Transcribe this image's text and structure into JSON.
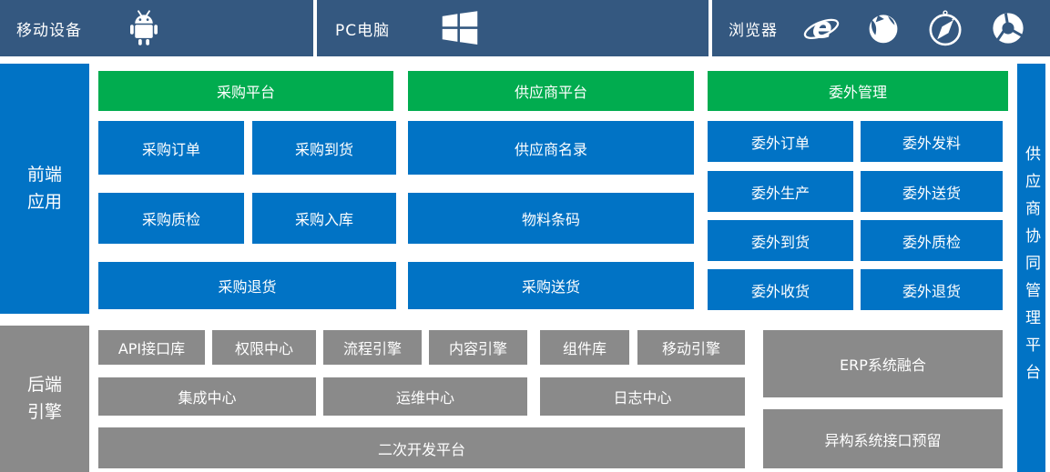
{
  "colors": {
    "topbar_bg": "#345880",
    "module_blue": "#0173C5",
    "header_green": "#01AC4F",
    "engine_gray": "#8A8A8A",
    "text": "#FFFFFF"
  },
  "topbar": {
    "mobile_label": "移动设备",
    "mobile_icon": "android-icon",
    "pc_label": "PC电脑",
    "pc_icon": "windows-icon",
    "browser_label": "浏览器",
    "browser_icons": [
      "ie-icon",
      "firefox-icon",
      "safari-icon",
      "chrome-icon"
    ]
  },
  "front": {
    "sidebar_label": "前端应用",
    "headers": [
      "采购平台",
      "供应商平台",
      "委外管理"
    ],
    "purchase_modules": [
      "采购订单",
      "采购到货",
      "采购质检",
      "采购入库",
      "采购退货"
    ],
    "supplier_modules": [
      "供应商名录",
      "物料条码",
      "采购送货"
    ],
    "outsourcing_modules": [
      "委外订单",
      "委外发料",
      "委外生产",
      "委外送货",
      "委外到货",
      "委外质检",
      "委外收货",
      "委外退货"
    ]
  },
  "back": {
    "sidebar_label": "后端引擎",
    "engine_modules": [
      "API接口库",
      "权限中心",
      "流程引擎",
      "内容引擎",
      "组件库",
      "移动引擎"
    ],
    "center_modules": [
      "集成中心",
      "运维中心",
      "日志中心"
    ],
    "dev_platform": "二次开发平台",
    "integration_modules": [
      "ERP系统融合",
      "异构系统接口预留"
    ]
  },
  "rightbar": {
    "label": "供应商协同管理平台"
  }
}
